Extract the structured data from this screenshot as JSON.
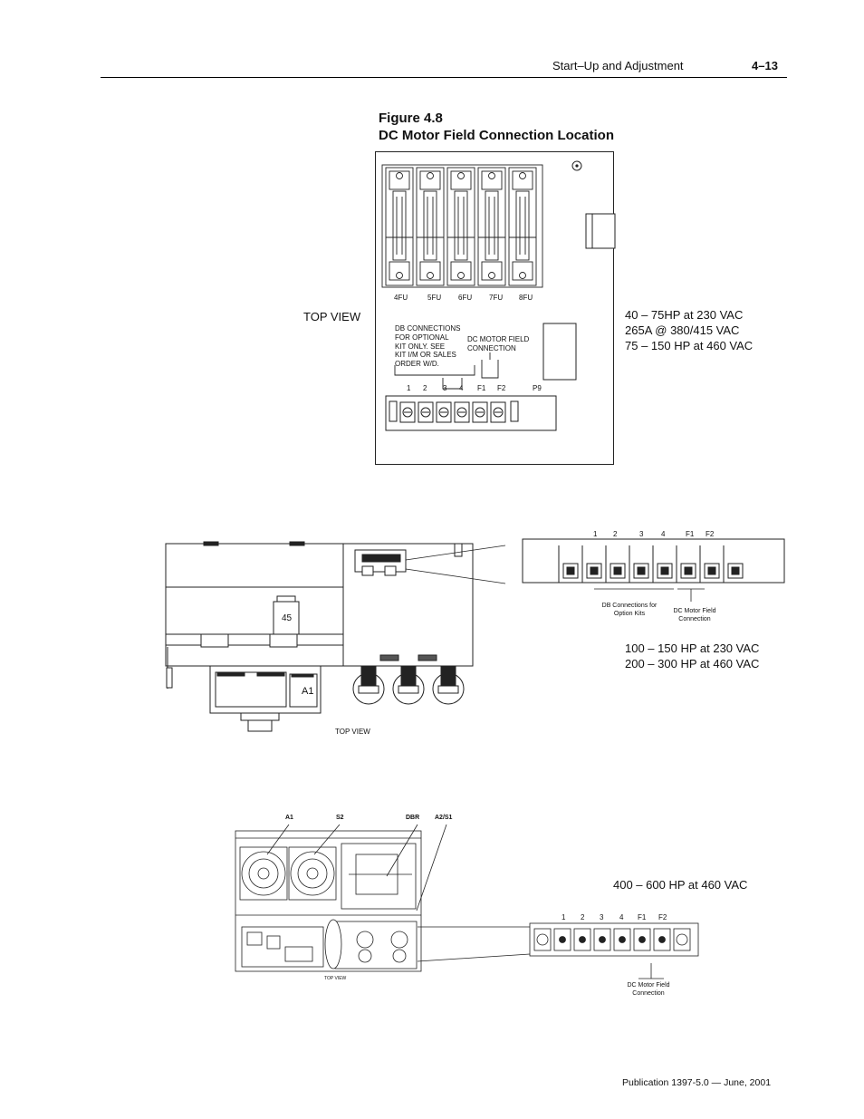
{
  "header": {
    "section_title": "Start–Up and Adjustment",
    "page_number": "4–13"
  },
  "figure": {
    "number": "Figure 4.8",
    "title": "DC Motor Field Connection Location"
  },
  "diagram1": {
    "view_label": "TOP VIEW",
    "fuse_labels": [
      "4FU",
      "5FU",
      "6FU",
      "7FU",
      "8FU"
    ],
    "db_note": [
      "DB  CONNECTIONS",
      "FOR  OPTIONAL",
      "KIT  ONLY.  SEE",
      "KIT  I/M  OR  SALES",
      "ORDER  W/D."
    ],
    "field_note": [
      "DC  MOTOR  FIELD",
      "CONNECTION"
    ],
    "terminal_labels": [
      "1",
      "2",
      "3",
      "4",
      "F1",
      "F2",
      "P9"
    ],
    "ratings": [
      "40 – 75HP at 230 VAC",
      "265A @ 380/415 VAC",
      "75 – 150 HP at 460 VAC"
    ]
  },
  "diagram2": {
    "view_label": "TOP VIEW",
    "module_label": "45",
    "board_label": "A1",
    "terminal_labels": [
      "1",
      "2",
      "3",
      "4",
      "F1",
      "F2"
    ],
    "db_caption": [
      "DB Connections for",
      "Option Kits"
    ],
    "field_caption": [
      "DC Motor Field",
      "Connection"
    ],
    "ratings": [
      "100 – 150 HP at 230 VAC",
      "200 – 300 HP at 460 VAC"
    ]
  },
  "diagram3": {
    "view_label": "TOP VIEW",
    "callouts": [
      "A1",
      "S2",
      "DBR",
      "A2/S1"
    ],
    "terminal_labels": [
      "1",
      "2",
      "3",
      "4",
      "F1",
      "F2"
    ],
    "field_caption": [
      "DC Motor Field",
      "Connection"
    ],
    "rating": "400 – 600 HP at 460 VAC"
  },
  "footer": {
    "publication": "Publication 1397-5.0  —  June, 2001"
  }
}
